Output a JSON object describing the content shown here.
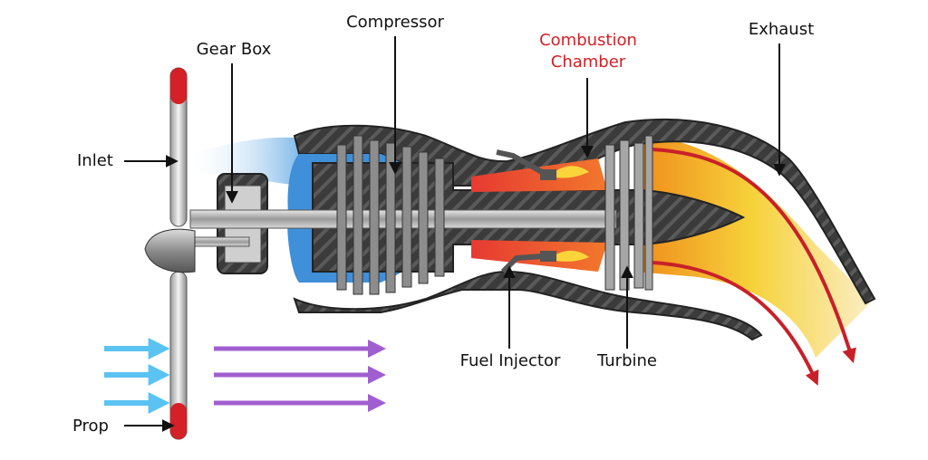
{
  "labels": {
    "compressor": "Compressor",
    "gear_box": "Gear Box",
    "combustion_line1": "Combustion",
    "combustion_line2": "Chamber",
    "exhaust": "Exhaust",
    "inlet": "Inlet",
    "fuel_injector": "Fuel Injector",
    "turbine": "Turbine",
    "prop": "Prop"
  },
  "colors": {
    "casing": "#3f3f3f",
    "inlet_air": "#3f8fd9",
    "hot_gas": "#e8413a",
    "exhaust_gradient_start": "#f2a11f",
    "exhaust_gradient_end": "#f6e94a",
    "flow_arrow": "#c8202a",
    "intake_arrow": "#5bc3f2",
    "thrust_arrow": "#a05fd0",
    "propeller_tip": "#d42026",
    "label_highlight": "#d42026"
  },
  "icons": {
    "propeller": "propeller-icon",
    "spinner": "nose-cone-icon",
    "flame": "flame-icon"
  }
}
